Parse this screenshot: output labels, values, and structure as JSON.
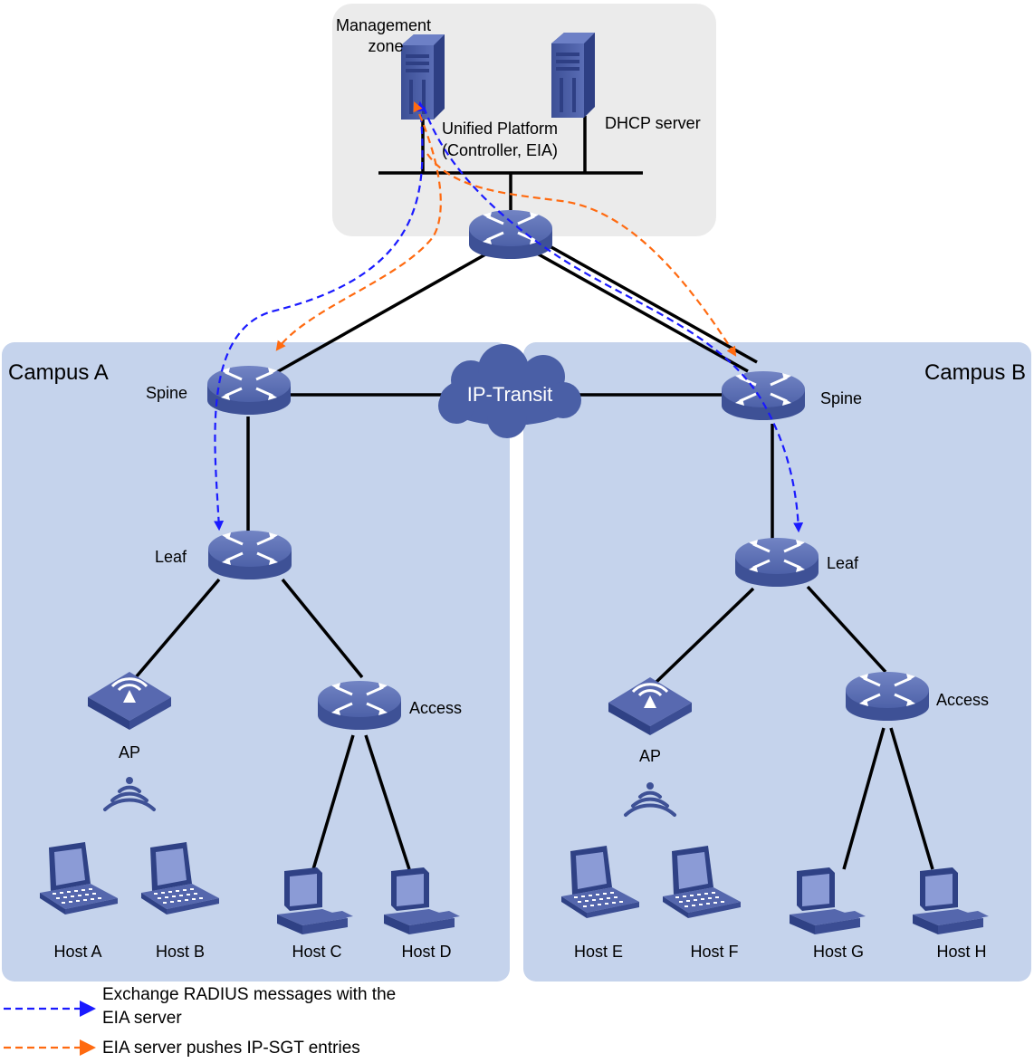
{
  "zones": {
    "management": "Management\nzone",
    "campus_a": "Campus A",
    "campus_b": "Campus B"
  },
  "servers": {
    "unified_platform": "Unified Platform\n(Controller, EIA)",
    "dhcp": "DHCP server"
  },
  "cloud": "IP-Transit",
  "devices": {
    "spine_a": "Spine",
    "leaf_a": "Leaf",
    "ap_a": "AP",
    "access_a": "Access",
    "spine_b": "Spine",
    "leaf_b": "Leaf",
    "ap_b": "AP",
    "access_b": "Access"
  },
  "hosts": {
    "a": "Host A",
    "b": "Host B",
    "c": "Host C",
    "d": "Host D",
    "e": "Host E",
    "f": "Host F",
    "g": "Host G",
    "h": "Host H"
  },
  "legend": {
    "radius": "Exchange RADIUS messages with the\nEIA server",
    "ipsgt": "EIA server pushes IP-SGT entries"
  },
  "colors": {
    "radius_arrow": "#1a1aff",
    "ipsgt_arrow": "#ff6a10",
    "campus_bg": "#c5d3ec",
    "mgmt_bg": "#ebebeb",
    "device": "#4a5fa6"
  }
}
